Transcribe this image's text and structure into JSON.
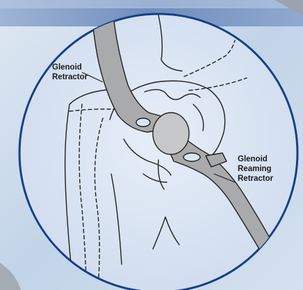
{
  "figure": {
    "labels": {
      "glenoid_retractor": [
        "Glenoid",
        "Retractor"
      ],
      "glenoid_reaming_retractor": [
        "Glenoid",
        "Reaming",
        "Retractor"
      ]
    },
    "colors": {
      "background_blue": "#c7d8ea",
      "header_bar": "#7f9bc4",
      "circle_fill": "#dbe6f3",
      "circle_border": "#163f86",
      "retractor_fill": "#a9aaac",
      "line_color": "#1f1f1f"
    }
  }
}
